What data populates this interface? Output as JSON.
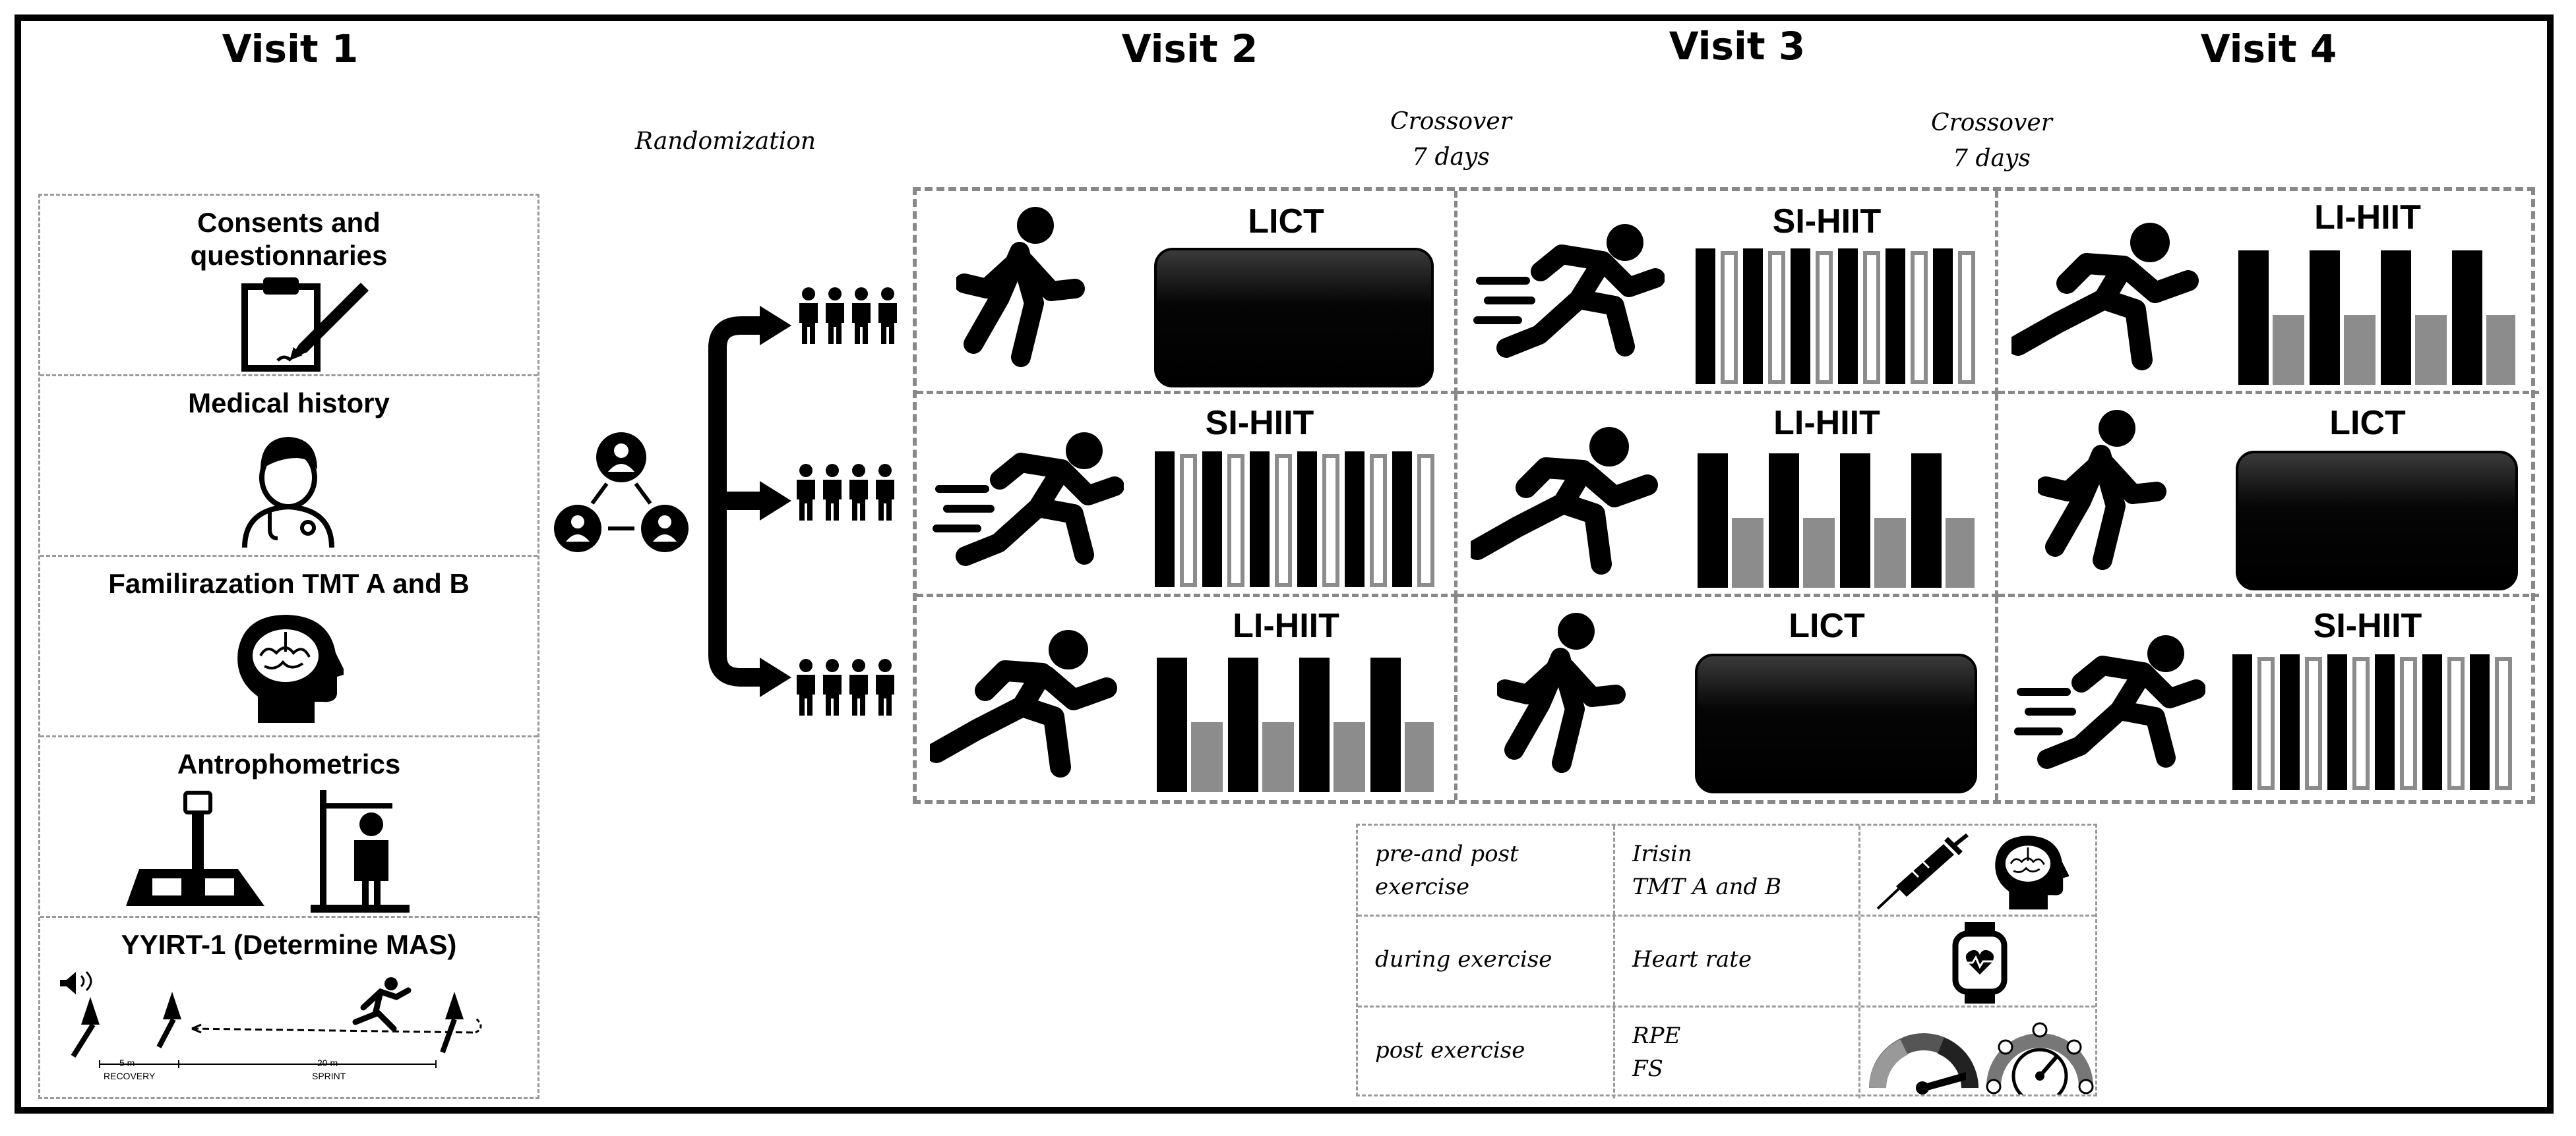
{
  "visits": [
    {
      "label": "Visit 1"
    },
    {
      "label": "Visit 2"
    },
    {
      "label": "Visit 3"
    },
    {
      "label": "Visit 4"
    }
  ],
  "randomization_label": "Randomization",
  "crossover": [
    {
      "line1": "Crossover",
      "line2": "7 days"
    },
    {
      "line1": "Crossover",
      "line2": "7 days"
    }
  ],
  "visit1_steps": [
    {
      "title_line1": "Consents and",
      "title_line2": "questionnaries",
      "icon": "clipboard-pen-icon"
    },
    {
      "title_line1": "Medical history",
      "title_line2": "",
      "icon": "doctor-icon"
    },
    {
      "title_line1": "Familirazation TMT A and B",
      "title_line2": "",
      "icon": "brain-head-icon"
    },
    {
      "title_line1": "Antrophometrics",
      "title_line2": "",
      "icon": "body-composition-scale-icon"
    },
    {
      "title_line1": "YYIRT-1 (Determine MAS)",
      "title_line2": "",
      "icon": "shuttle-run-icon"
    }
  ],
  "yyirt": {
    "left_distance": "5 m",
    "left_label": "RECOVERY",
    "right_distance": "20 m",
    "right_label": "SPRINT"
  },
  "protocol_grid": [
    [
      "LICT",
      "SI-HIIT",
      "LI-HIIT"
    ],
    [
      "SI-HIIT",
      "LI-HIIT",
      "LICT"
    ],
    [
      "LI-HIIT",
      "LICT",
      "SI-HIIT"
    ]
  ],
  "measurements": [
    {
      "timing_line1": "pre-and post",
      "timing_line2": "exercise",
      "measure_line1": "Irisin",
      "measure_line2": "TMT A and B",
      "icons": [
        "syringe-icon",
        "brain-head-icon"
      ]
    },
    {
      "timing_line1": "during exercise",
      "timing_line2": "",
      "measure_line1": "Heart rate",
      "measure_line2": "",
      "icons": [
        "smartwatch-heart-icon"
      ]
    },
    {
      "timing_line1": "post exercise",
      "timing_line2": "",
      "measure_line1": "RPE",
      "measure_line2": "FS",
      "icons": [
        "rpe-gauge-icon",
        "feeling-scale-gauge-icon"
      ]
    }
  ],
  "colors": {
    "black": "#000000",
    "recovery_gray": "#8c8c8c",
    "dashed_border": "#888888"
  }
}
